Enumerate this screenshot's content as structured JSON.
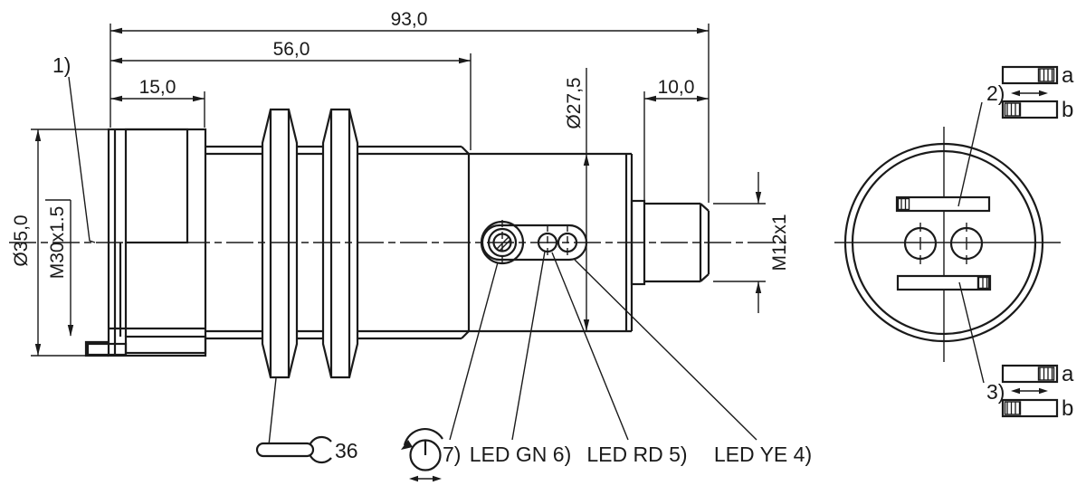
{
  "side_view": {
    "dimensions": {
      "overall_length": "93,0",
      "body_length": "56,0",
      "head_length": "15,0",
      "connector_length": "10,0",
      "head_diameter": "Ø35,0",
      "mounting_thread": "M30x1.5",
      "housing_diameter": "Ø27,5",
      "connector_thread": "M12x1",
      "wrench_size": "36"
    },
    "callouts": {
      "sensing_face": "1)",
      "potentiometer": "7)",
      "led_green": "LED GN 6)",
      "led_red": "LED RD 5)",
      "led_yellow": "LED YE 4)"
    }
  },
  "rear_view": {
    "callouts": {
      "upper_slider": "2)",
      "lower_slider": "3)"
    },
    "slider_legend": {
      "position_a": "a",
      "position_b": "b"
    }
  },
  "colors": {
    "line": "#1a1a1a",
    "background": "#ffffff"
  }
}
